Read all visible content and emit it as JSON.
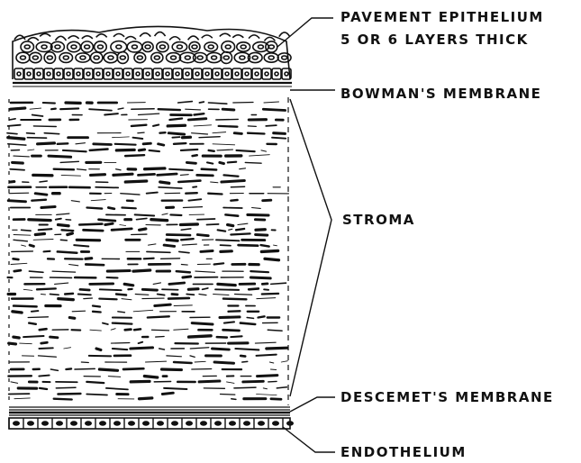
{
  "labels": {
    "pavement_epithelium_line1": "PAVEMENT EPITHELIUM",
    "pavement_epithelium_line2": "5 OR 6 LAYERS THICK",
    "bowmans_membrane": "BOWMAN'S MEMBRANE",
    "stroma": "STROMA",
    "descemets_membrane": "DESCEMET'S MEMBRANE",
    "endothelium": "ENDOTHELIUM"
  },
  "colors": {
    "ink": "#111111",
    "background": "#ffffff"
  }
}
